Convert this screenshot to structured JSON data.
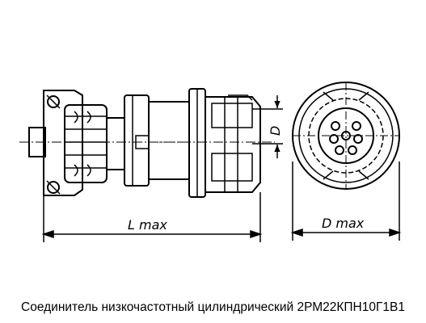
{
  "drawing": {
    "dimension_labels": {
      "length": "L max",
      "diameter_bottom": "D max",
      "diameter_side": "D"
    },
    "stroke_color": "#000000",
    "background_color": "#ffffff"
  },
  "caption": {
    "text": "Соединитель низкочастотный цилиндрический 2РМ22КПН10Г1В1"
  }
}
